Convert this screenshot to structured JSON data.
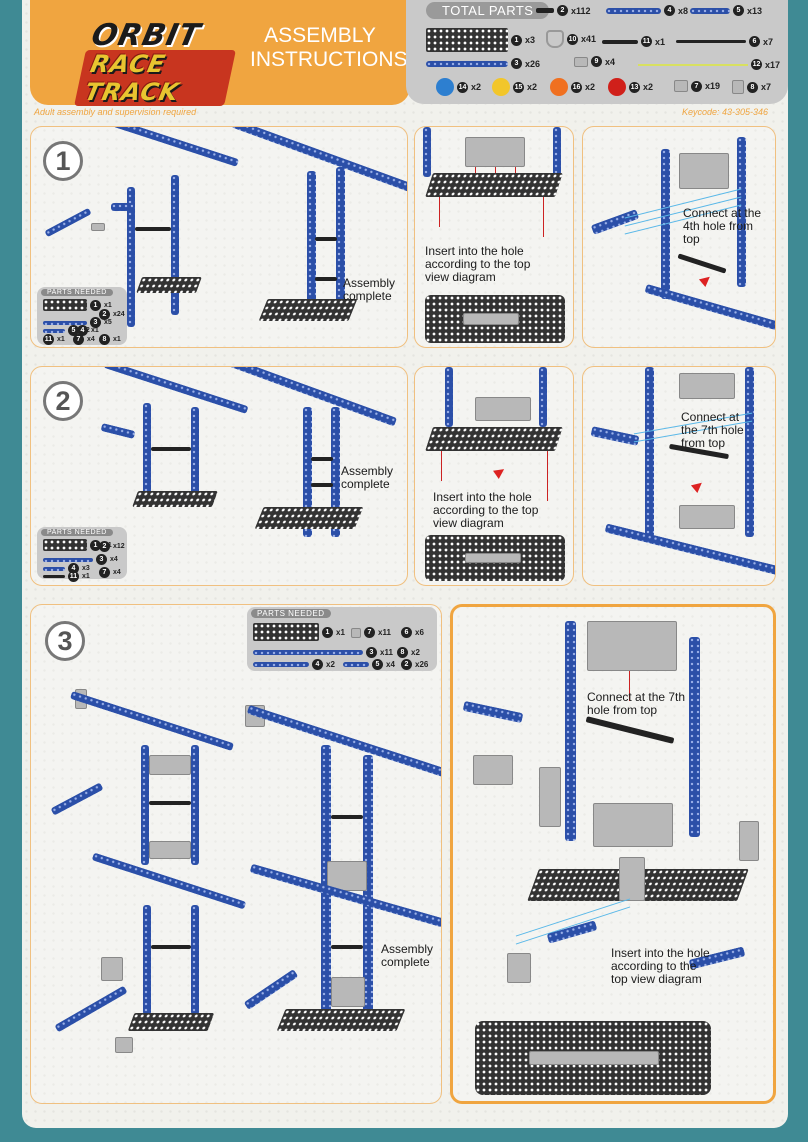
{
  "brand": {
    "logo_line1": "ORBIT",
    "logo_line2": "RACE TRACK"
  },
  "header": {
    "title": "ASSEMBLY INSTRUCTIONS",
    "disclaimer": "Adult assembly and supervision required",
    "keycode": "Keycode: 43-305-346"
  },
  "total_parts": {
    "label": "TOTAL PARTS",
    "items": [
      {
        "id": "2",
        "qty": "x112"
      },
      {
        "id": "4",
        "qty": "x8"
      },
      {
        "id": "5",
        "qty": "x13"
      },
      {
        "id": "1",
        "qty": "x3"
      },
      {
        "id": "10",
        "qty": "x41"
      },
      {
        "id": "11",
        "qty": "x1"
      },
      {
        "id": "6",
        "qty": "x7"
      },
      {
        "id": "3",
        "qty": "x26"
      },
      {
        "id": "9",
        "qty": "x4"
      },
      {
        "id": "12",
        "qty": "x17"
      },
      {
        "id": "14",
        "qty": "x2"
      },
      {
        "id": "15",
        "qty": "x2"
      },
      {
        "id": "16",
        "qty": "x2"
      },
      {
        "id": "13",
        "qty": "x2"
      },
      {
        "id": "7",
        "qty": "x19"
      },
      {
        "id": "8",
        "qty": "x7"
      }
    ]
  },
  "colors": {
    "orange": "#f0a540",
    "blue_beam": "#2b4fa8",
    "teal_border": "#3f8a94",
    "ball_blue": "#2d7fd0",
    "ball_yellow": "#f2c62a",
    "ball_orange": "#f07020",
    "ball_red": "#d0201a"
  },
  "steps": [
    {
      "number": "1",
      "complete": "Assembly complete",
      "parts_label": "PARTS NEEDED",
      "parts": [
        {
          "id": "1",
          "qty": "x1"
        },
        {
          "id": "2",
          "qty": "x24"
        },
        {
          "id": "3",
          "qty": "x5"
        },
        {
          "id": "5",
          "qty": "x2"
        },
        {
          "id": "4",
          "qty": "x1"
        },
        {
          "id": "11",
          "qty": "x1"
        },
        {
          "id": "7",
          "qty": "x4"
        },
        {
          "id": "8",
          "qty": "x1"
        }
      ],
      "detail_a": "Insert into the hole according to the top view diagram",
      "detail_b": "Connect at the 4th hole from top"
    },
    {
      "number": "2",
      "complete": "Assembly complete",
      "parts_label": "PARTS NEEDED",
      "parts": [
        {
          "id": "1",
          "qty": "x1"
        },
        {
          "id": "2",
          "qty": "x12"
        },
        {
          "id": "3",
          "qty": "x4"
        },
        {
          "id": "4",
          "qty": "x3"
        },
        {
          "id": "11",
          "qty": "x1"
        },
        {
          "id": "7",
          "qty": "x4"
        }
      ],
      "detail_a": "Insert into the hole according to the top view diagram",
      "detail_b": "Connect at the 7th hole from top"
    },
    {
      "number": "3",
      "complete": "Assembly complete",
      "parts_label": "PARTS NEEDED",
      "parts": [
        {
          "id": "1",
          "qty": "x1"
        },
        {
          "id": "7",
          "qty": "x11"
        },
        {
          "id": "6",
          "qty": "x6"
        },
        {
          "id": "3",
          "qty": "x11"
        },
        {
          "id": "8",
          "qty": "x2"
        },
        {
          "id": "4",
          "qty": "x2"
        },
        {
          "id": "5",
          "qty": "x4"
        },
        {
          "id": "2",
          "qty": "x26"
        }
      ],
      "detail_a": "Connect at the 7th hole from top",
      "detail_b": "Insert into the hole according to the top view diagram"
    }
  ]
}
